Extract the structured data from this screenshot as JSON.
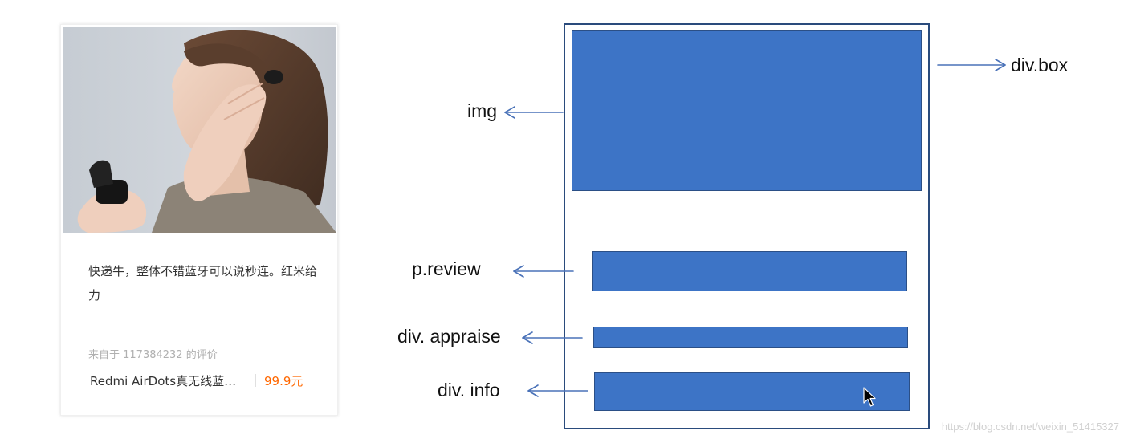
{
  "card": {
    "review": "快递牛，整体不错蓝牙可以说秒连。红米给力",
    "appraise": "来自于 117384232 的评价",
    "product_name": "Redmi AirDots真无线蓝…",
    "price": "99.9元"
  },
  "diagram": {
    "labels": {
      "box": "div.box",
      "img": "img",
      "review": "p.review",
      "appraise": "div. appraise",
      "info": "div. info"
    }
  },
  "watermark": "https://blog.csdn.net/weixin_51415327",
  "colors": {
    "block_fill": "#3d74c6",
    "block_border": "#2b4f86",
    "arrow": "#4a72b8",
    "price": "#ff6700"
  },
  "icons": {
    "cursor": "mouse-pointer-icon"
  }
}
